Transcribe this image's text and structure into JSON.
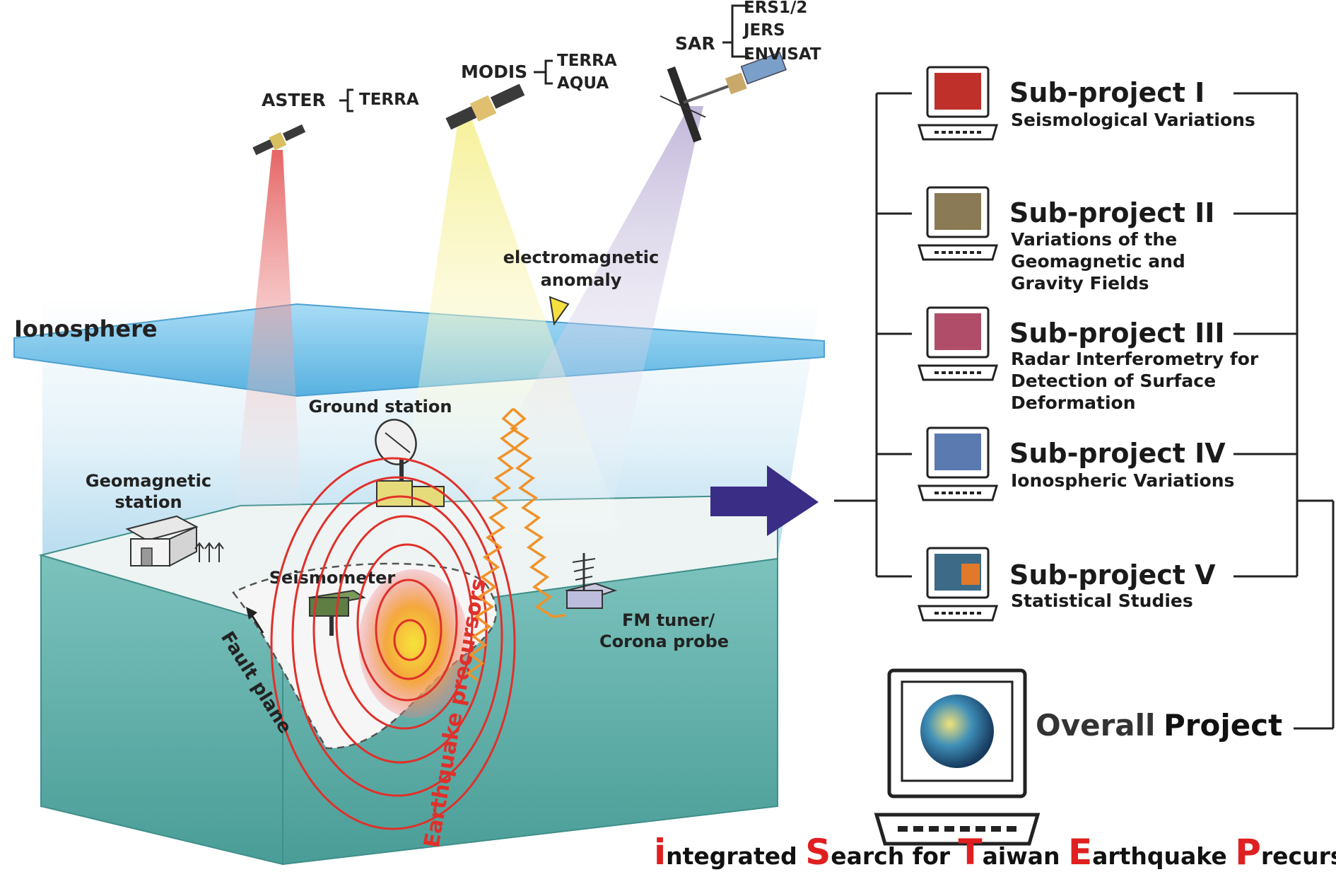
{
  "satellites": {
    "aster": {
      "label": "ASTER",
      "platforms": [
        "TERRA"
      ]
    },
    "modis": {
      "label": "MODIS",
      "platforms": [
        "TERRA",
        "AQUA"
      ]
    },
    "sar": {
      "label": "SAR",
      "platforms": [
        "ERS1/2",
        "JERS",
        "ENVISAT"
      ]
    }
  },
  "scene_labels": {
    "ionosphere": "Ionosphere",
    "em_anomaly_line1": "electromagnetic",
    "em_anomaly_line2": "anomaly",
    "ground_station": "Ground station",
    "geomagnetic_line1": "Geomagnetic",
    "geomagnetic_line2": "station",
    "seismometer": "Seismometer",
    "fm_line1": "FM tuner/",
    "fm_line2": "Corona probe",
    "fault_plane": "Fault plane",
    "earthquake_precursors": "Earthquake precursors"
  },
  "subprojects": [
    {
      "title": "Sub-project I",
      "desc": [
        "Seismological Variations"
      ]
    },
    {
      "title": "Sub-project II",
      "desc": [
        "Variations of the",
        "Geomagnetic and",
        "Gravity Fields"
      ]
    },
    {
      "title": "Sub-project III",
      "desc": [
        "Radar Interferometry for",
        "Detection of Surface",
        "Deformation"
      ]
    },
    {
      "title": "Sub-project IV",
      "desc": [
        "Ionospheric Variations"
      ]
    },
    {
      "title": "Sub-project V",
      "desc": [
        "Statistical Studies"
      ]
    }
  ],
  "overall": {
    "word1": "Overall",
    "word2": "Project"
  },
  "acronym": [
    {
      "initial": "i",
      "rest": "ntegrated "
    },
    {
      "initial": "S",
      "rest": "earch for "
    },
    {
      "initial": "T",
      "rest": "aiwan "
    },
    {
      "initial": "E",
      "rest": "arthquake "
    },
    {
      "initial": "P",
      "rest": "recursors"
    }
  ],
  "colors": {
    "arrow": "#3a2d86",
    "precursor_red": "#e0302a",
    "wave_orange": "#f0922a",
    "ionosphere_blue": "#58b8e8",
    "crust_teal": "#5aaea8",
    "acronym_red": "#e02020"
  }
}
